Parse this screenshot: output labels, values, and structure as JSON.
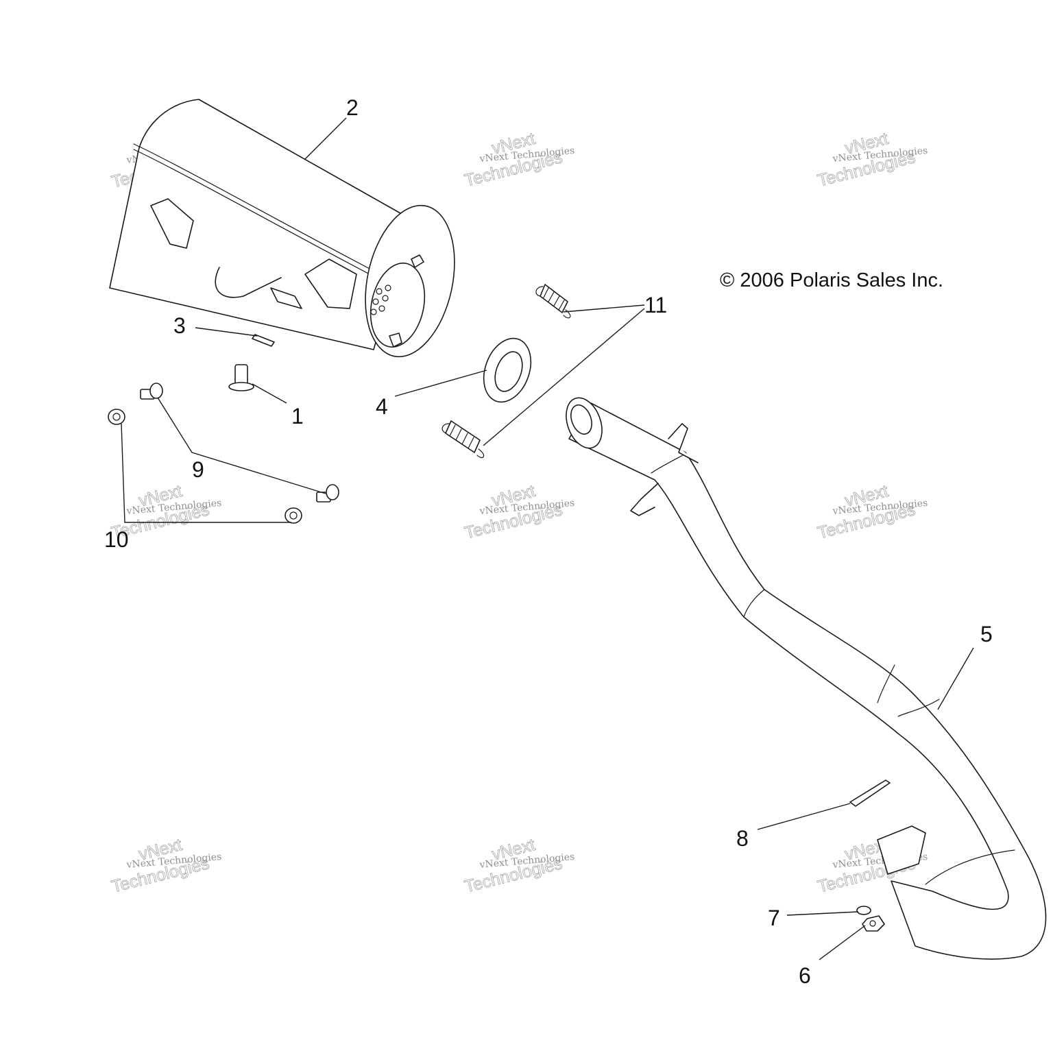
{
  "copyright": "© 2006 Polaris Sales Inc.",
  "watermark": {
    "line1": "vNext Technologies",
    "line2": "vNext",
    "line3": "Technologies"
  },
  "callouts": [
    {
      "id": "1",
      "label": "1",
      "part": "mounting-grommet"
    },
    {
      "id": "2",
      "label": "2",
      "part": "muffler"
    },
    {
      "id": "3",
      "label": "3",
      "part": "pin"
    },
    {
      "id": "4",
      "label": "4",
      "part": "exhaust-seal"
    },
    {
      "id": "5",
      "label": "5",
      "part": "head-pipe"
    },
    {
      "id": "6",
      "label": "6",
      "part": "nut"
    },
    {
      "id": "7",
      "label": "7",
      "part": "washer"
    },
    {
      "id": "8",
      "label": "8",
      "part": "gasket"
    },
    {
      "id": "9",
      "label": "9",
      "part": "bolt"
    },
    {
      "id": "10",
      "label": "10",
      "part": "flange-nut"
    },
    {
      "id": "11",
      "label": "11",
      "part": "spring"
    }
  ]
}
